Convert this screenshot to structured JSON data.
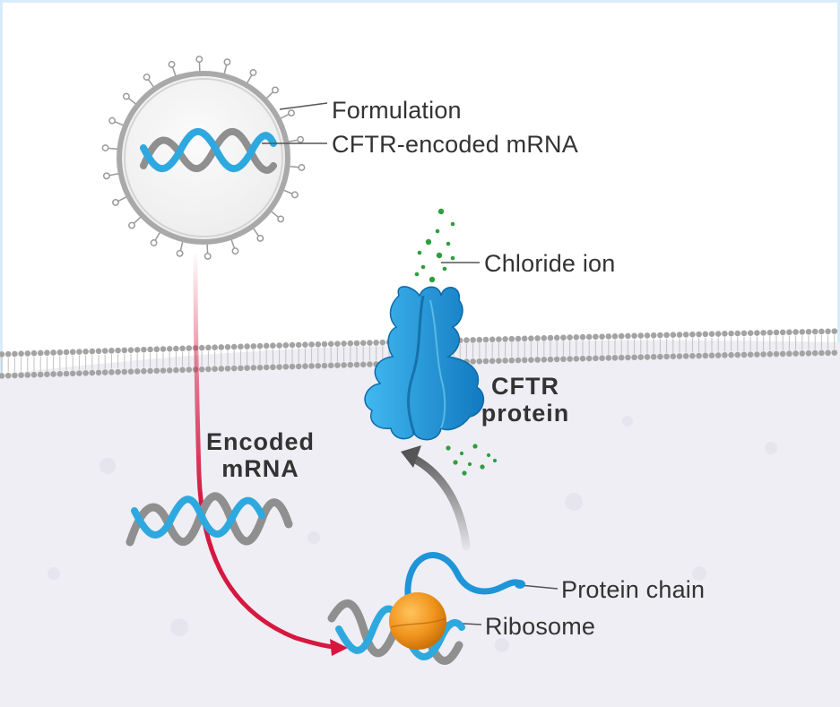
{
  "labels": {
    "formulation": "Formulation",
    "cftr_mrna": "CFTR-encoded  mRNA",
    "chloride_ion": "Chloride  ion",
    "cftr_protein_line1": "CFTR",
    "cftr_protein_line2": "protein",
    "encoded_mrna_line1": "Encoded",
    "encoded_mrna_line2": "mRNA",
    "protein_chain": "Protein  chain",
    "ribosome": "Ribosome"
  },
  "colors": {
    "frame_border": "#d7ecf8",
    "cell_interior": "#efeef4",
    "membrane_bead": "#a3a3a3",
    "mrna_blue": "#2ea9e0",
    "mrna_grey": "#8f8f8f",
    "arrow_red": "#d6173f",
    "ion_green": "#2e9e3e",
    "protein_blue": "#1e95d8",
    "ribosome_orange": "#f0931c",
    "lnp_shell": "#a9a9a9",
    "label_text": "#333333"
  }
}
